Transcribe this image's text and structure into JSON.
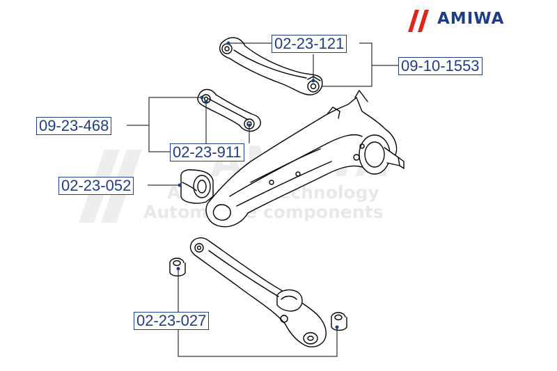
{
  "brand": {
    "name": "AMIWA",
    "color": "#1e3d86",
    "slash_color": "#e2231a"
  },
  "watermark": {
    "main": "AMIWA",
    "line1": "Advanced Technology",
    "line2": "Automotive components"
  },
  "labels": {
    "p_09_10_1553": "09-10-1553",
    "p_02_23_121": "02-23-121",
    "p_09_23_468": "09-23-468",
    "p_02_23_911": "02-23-911",
    "p_02_23_052": "02-23-052",
    "p_02_23_027": "02-23-027"
  },
  "colors": {
    "label_border": "#1f3f8a",
    "label_text": "#1e3d86",
    "line": "#000000",
    "watermark": "#e9e9e9"
  }
}
